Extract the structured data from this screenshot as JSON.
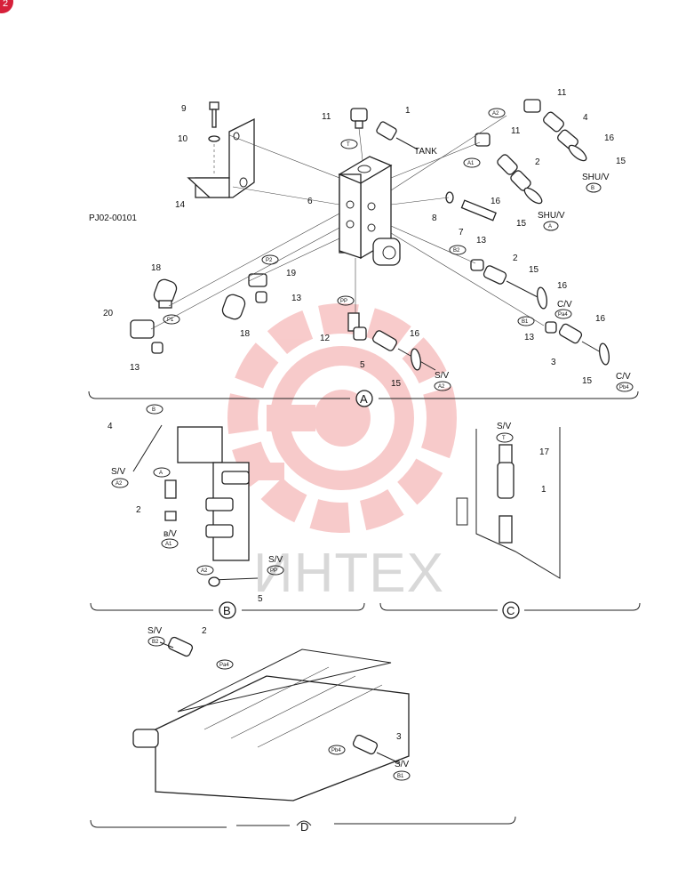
{
  "diagram_code": "PJ02-00101",
  "page_badge": "2",
  "watermark": "ИНТЕХ",
  "part_numbers": [
    "1",
    "2",
    "3",
    "4",
    "5",
    "6",
    "7",
    "8",
    "9",
    "10",
    "11",
    "12",
    "13",
    "15",
    "16",
    "17",
    "18",
    "19",
    "20",
    "14"
  ],
  "labels": {
    "tank": "TANK",
    "sv": "S/V",
    "cv": "C/V",
    "shuv": "SHU/V",
    "sv_partial": "в/V"
  },
  "port_tags": {
    "T": "T",
    "A1": "A1",
    "A2": "A2",
    "B1": "B1",
    "B2": "B2",
    "P1": "P1",
    "P2": "P2",
    "PP": "PP",
    "Pa4": "Pa4",
    "Pb4": "Pb4",
    "A": "A",
    "B": "B"
  },
  "sections": {
    "A": "A",
    "B": "B",
    "C": "C",
    "D": "D"
  },
  "colors": {
    "line": "#222222",
    "watermark": "#f2a0a0",
    "badge": "#d6203a"
  }
}
